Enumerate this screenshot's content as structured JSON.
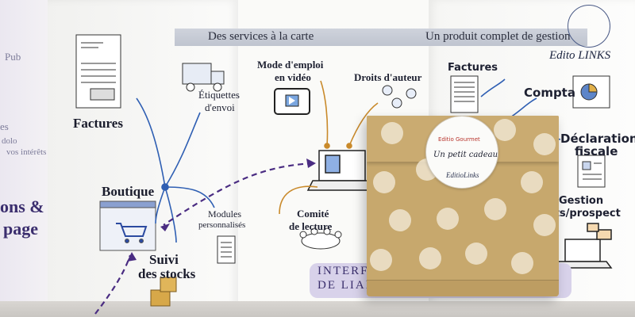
{
  "brochure": {
    "left_panel": {
      "pub": "Pub",
      "fragments": [
        "es",
        "dolo",
        "vos intérêts"
      ],
      "big_text": [
        "ons &",
        "page"
      ]
    },
    "header": {
      "left": "Des services à la carte",
      "right": "Un produit complet de gestion"
    },
    "logo": "Edito LINKS",
    "services": {
      "factures_left": "Factures",
      "etiquettes": [
        "Étiquettes",
        "d'envoi"
      ],
      "boutique": "Boutique",
      "modules": [
        "Modules",
        "personnalisés"
      ],
      "suivi": [
        "Suivi",
        "des stocks"
      ],
      "mode_emploi": [
        "Mode d'emploi",
        "en vidéo"
      ],
      "droits": "Droits d'auteur",
      "comite": [
        "Comité",
        "de lecture"
      ],
      "factures_right": "Factures",
      "compta": "Compta",
      "declaration": [
        "Déclaration",
        "fiscale"
      ],
      "gestion": [
        "Gestion",
        "clients/prospect"
      ]
    },
    "interface_label": [
      "INTERFACE",
      "DE LIAISON"
    ]
  },
  "gift_bag": {
    "sticker_tag": "Editio Gourmet",
    "sticker_text": "Un petit cadeau",
    "sticker_brand": "EditioLinks"
  },
  "colors": {
    "arrow_blue": "#2f5fb3",
    "arrow_orange": "#c98a2b",
    "arrow_purple": "#4a2c82",
    "bag_kraft": "#c7a86d",
    "interface_box": "#d8d2ea"
  }
}
